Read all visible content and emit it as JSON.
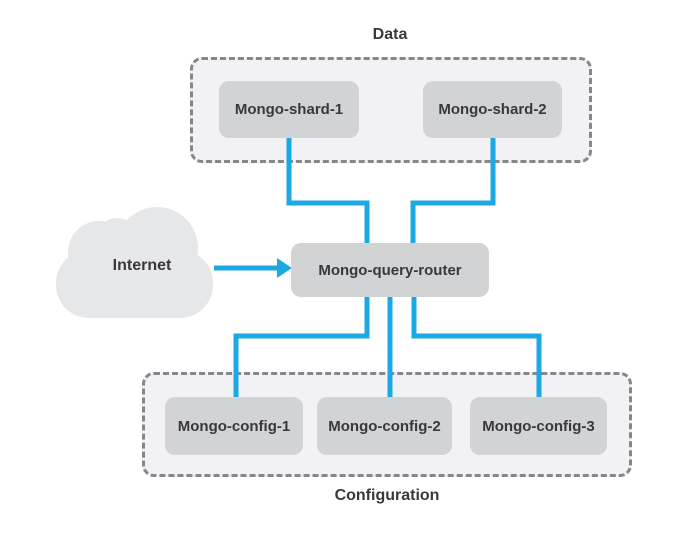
{
  "diagram": {
    "groups": {
      "data": {
        "label": "Data",
        "nodes": [
          {
            "label": "Mongo-shard-1"
          },
          {
            "label": "Mongo-shard-2"
          }
        ]
      },
      "configuration": {
        "label": "Configuration",
        "nodes": [
          {
            "label": "Mongo-config-1"
          },
          {
            "label": "Mongo-config-2"
          },
          {
            "label": "Mongo-config-3"
          }
        ]
      }
    },
    "router": {
      "label": "Mongo-query-router"
    },
    "internet": {
      "label": "Internet"
    },
    "colors": {
      "connector": "#1CA8E2",
      "node_fill": "#D1D3D4",
      "group_fill": "#F2F2F4",
      "group_border": "#85878A",
      "cloud_fill": "#E6E7E9",
      "text": "#39393B",
      "bg": "#FFFFFF"
    }
  }
}
